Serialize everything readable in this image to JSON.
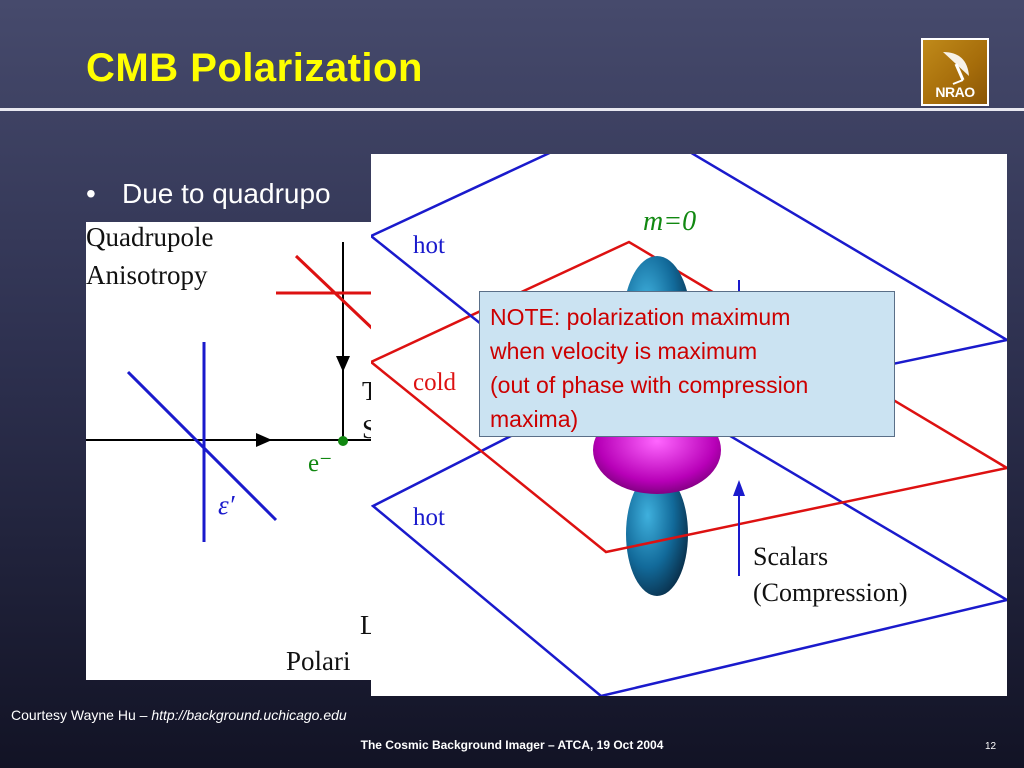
{
  "slide": {
    "title": "CMB Polarization",
    "logo_text": "NRAO",
    "bullet_marker": "•",
    "bullet_text": "Due to quadrupo"
  },
  "left_figure": {
    "heading_line1": "Quadrupole",
    "heading_line2": "Anisotropy",
    "electron_label": "e⁻",
    "epsilon_label": "ε′",
    "partial_label_1": "T",
    "partial_label_2": "S",
    "partial_label_3": "L",
    "partial_label_4": "Polari"
  },
  "right_figure": {
    "mode_label": "m=0",
    "plane_top_label": "hot",
    "plane_mid_label": "cold",
    "plane_bottom_label": "hot",
    "caption_line1": "Scalars",
    "caption_line2": "(Compression)"
  },
  "note": {
    "line1": "NOTE: polarization maximum",
    "line2": "when velocity is maximum",
    "line3": "(out of phase with compression",
    "line4": "maxima)"
  },
  "credit": {
    "prefix": "Courtesy Wayne Hu – ",
    "url": "http://background.uchicago.edu"
  },
  "footer": {
    "text": "The Cosmic Background Imager – ATCA, 19 Oct 2004",
    "page_number": "12"
  },
  "colors": {
    "title": "#ffff00",
    "note_text": "#cc0000",
    "note_bg": "#cbe3f2",
    "plane_hot": "#1a1acc",
    "plane_cold": "#dd1111"
  }
}
